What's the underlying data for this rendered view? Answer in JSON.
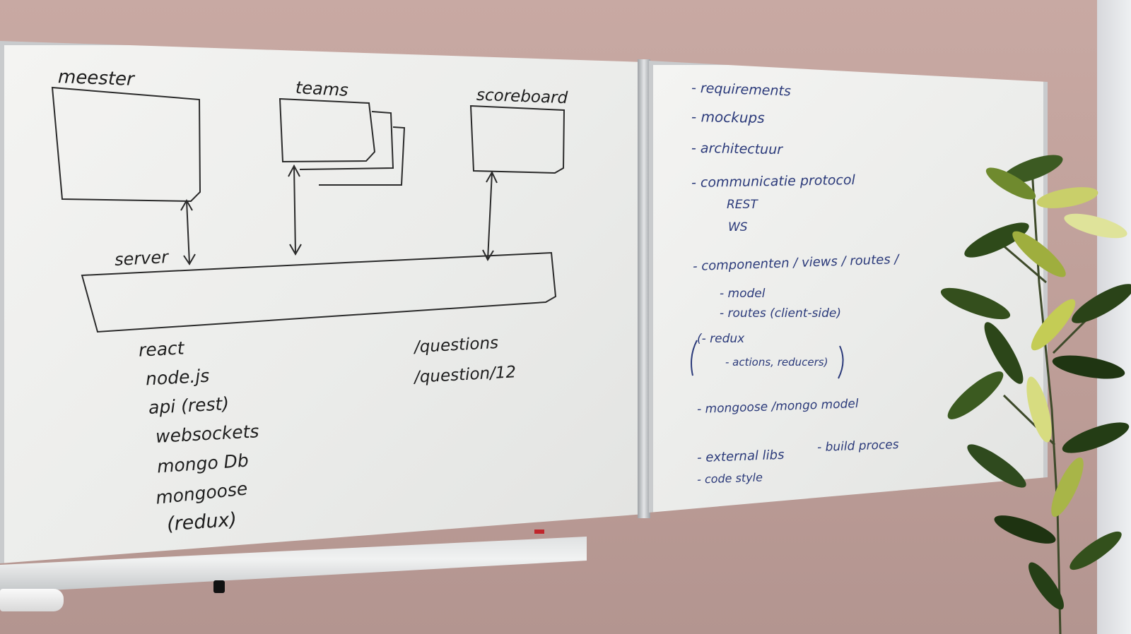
{
  "left_board": {
    "box_labels": [
      "meester",
      "teams",
      "scoreboard"
    ],
    "server_label": "server",
    "tech_stack": [
      "react",
      "node.js",
      "api (rest)",
      "websockets",
      "mongo Db",
      "mongoose",
      "(redux)"
    ],
    "routes": [
      "/questions",
      "/question/12"
    ]
  },
  "right_board": {
    "items": [
      "- requirements",
      "- mockups",
      "- architectuur",
      "- communicatie protocol",
      "REST",
      "WS",
      "- componenten / views / routes /",
      "- model",
      "- routes (client-side)",
      "(- redux",
      "- actions, reducers)",
      "- mongoose /mongo model",
      "- external libs",
      "- build proces",
      "- code style"
    ]
  },
  "colors": {
    "wall": "#bd9d97",
    "board": "#efefed",
    "frame": "#c9cbcd",
    "black_marker": "#1e1e1e",
    "blue_marker": "#2b3a7a",
    "plant_green": "#2f4a1e"
  }
}
